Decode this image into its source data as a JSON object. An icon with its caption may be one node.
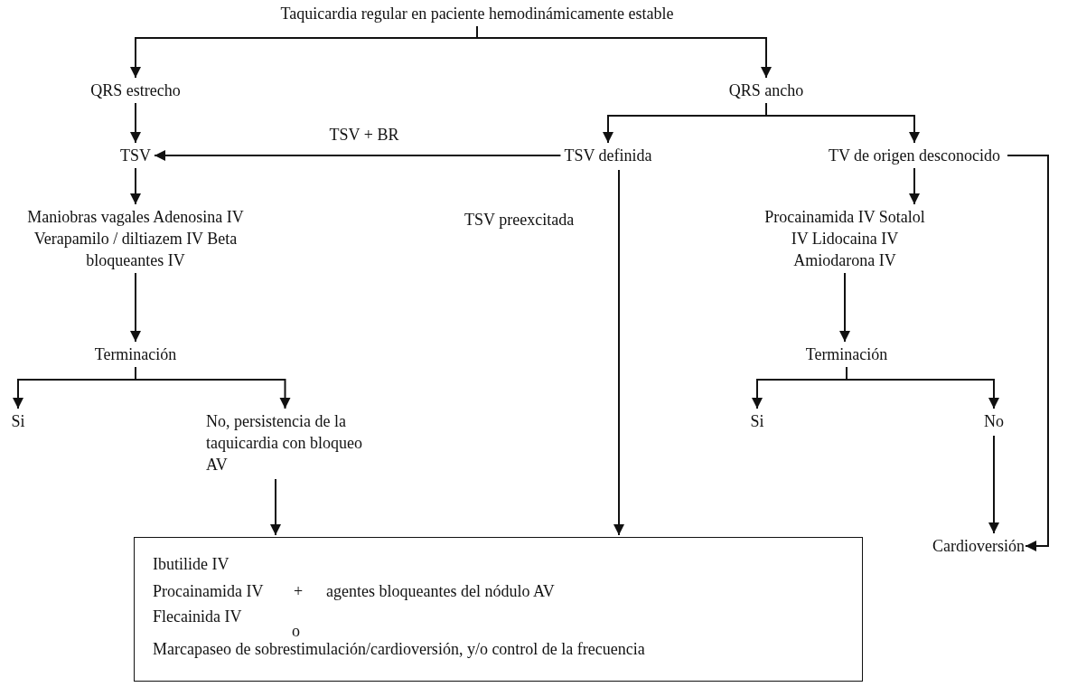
{
  "diagram": {
    "nodes": [
      {
        "text": [
          "Taquicardia regular en paciente hemodinámicamente estable"
        ]
      },
      {
        "text": [
          "QRS estrecho"
        ]
      },
      {
        "text": [
          "QRS ancho"
        ]
      },
      {
        "text": [
          "TSV"
        ]
      },
      {
        "text": [
          "TSV definida"
        ]
      },
      {
        "text": [
          "TV de origen desconocido"
        ]
      },
      {
        "text": [
          "Maniobras vagales Adenosina IV Verapamilo / diltiazem IV Beta bloqueantes IV"
        ]
      },
      {
        "text": [
          "Procainamida IV Sotalol IV Lidocaina IV Amiodarona IV"
        ]
      },
      {
        "text": [
          "Terminación"
        ]
      },
      {
        "text": [
          "Terminación"
        ]
      },
      {
        "text": [
          "Si"
        ]
      },
      {
        "text": [
          "No, persistencia de la taquicardia con bloqueo AV"
        ]
      },
      {
        "text": [
          "Si"
        ]
      },
      {
        "text": [
          "No"
        ]
      },
      {
        "text": [
          "Cardioversión"
        ]
      },
      {
        "text": [
          "Ibutilide IV",
          "Procainamida IV",
          "+",
          "agentes bloqueantes del nódulo AV",
          "Flecainida IV",
          "o",
          "Marcapaseo de sobrestimulación/cardioversión, y/o control de la frecuencia"
        ]
      }
    ],
    "edges": [
      {
        "from": 0,
        "to": 1,
        "arrow": "to"
      },
      {
        "from": 0,
        "to": 2,
        "arrow": "to"
      },
      {
        "from": 1,
        "to": 3,
        "arrow": "to"
      },
      {
        "from": 2,
        "to": 4,
        "arrow": "to"
      },
      {
        "from": 2,
        "to": 5,
        "arrow": "to"
      },
      {
        "from": 4,
        "to": 3,
        "arrow": "to",
        "label": "TSV + BR"
      },
      {
        "from": 4,
        "to": 15,
        "arrow": "to",
        "label": "TSV preexcitada"
      },
      {
        "from": 5,
        "to": 14,
        "arrow": "to"
      },
      {
        "from": 3,
        "to": 6,
        "arrow": "to"
      },
      {
        "from": 6,
        "to": 8,
        "arrow": "to"
      },
      {
        "from": 8,
        "to": 10,
        "arrow": "to"
      },
      {
        "from": 8,
        "to": 11,
        "arrow": "to"
      },
      {
        "from": 11,
        "to": 15,
        "arrow": "to"
      },
      {
        "from": 5,
        "to": 7,
        "arrow": "to"
      },
      {
        "from": 7,
        "to": 9,
        "arrow": "to"
      },
      {
        "from": 9,
        "to": 12,
        "arrow": "to"
      },
      {
        "from": 9,
        "to": 13,
        "arrow": "to"
      },
      {
        "from": 13,
        "to": 14,
        "arrow": "to"
      }
    ]
  }
}
